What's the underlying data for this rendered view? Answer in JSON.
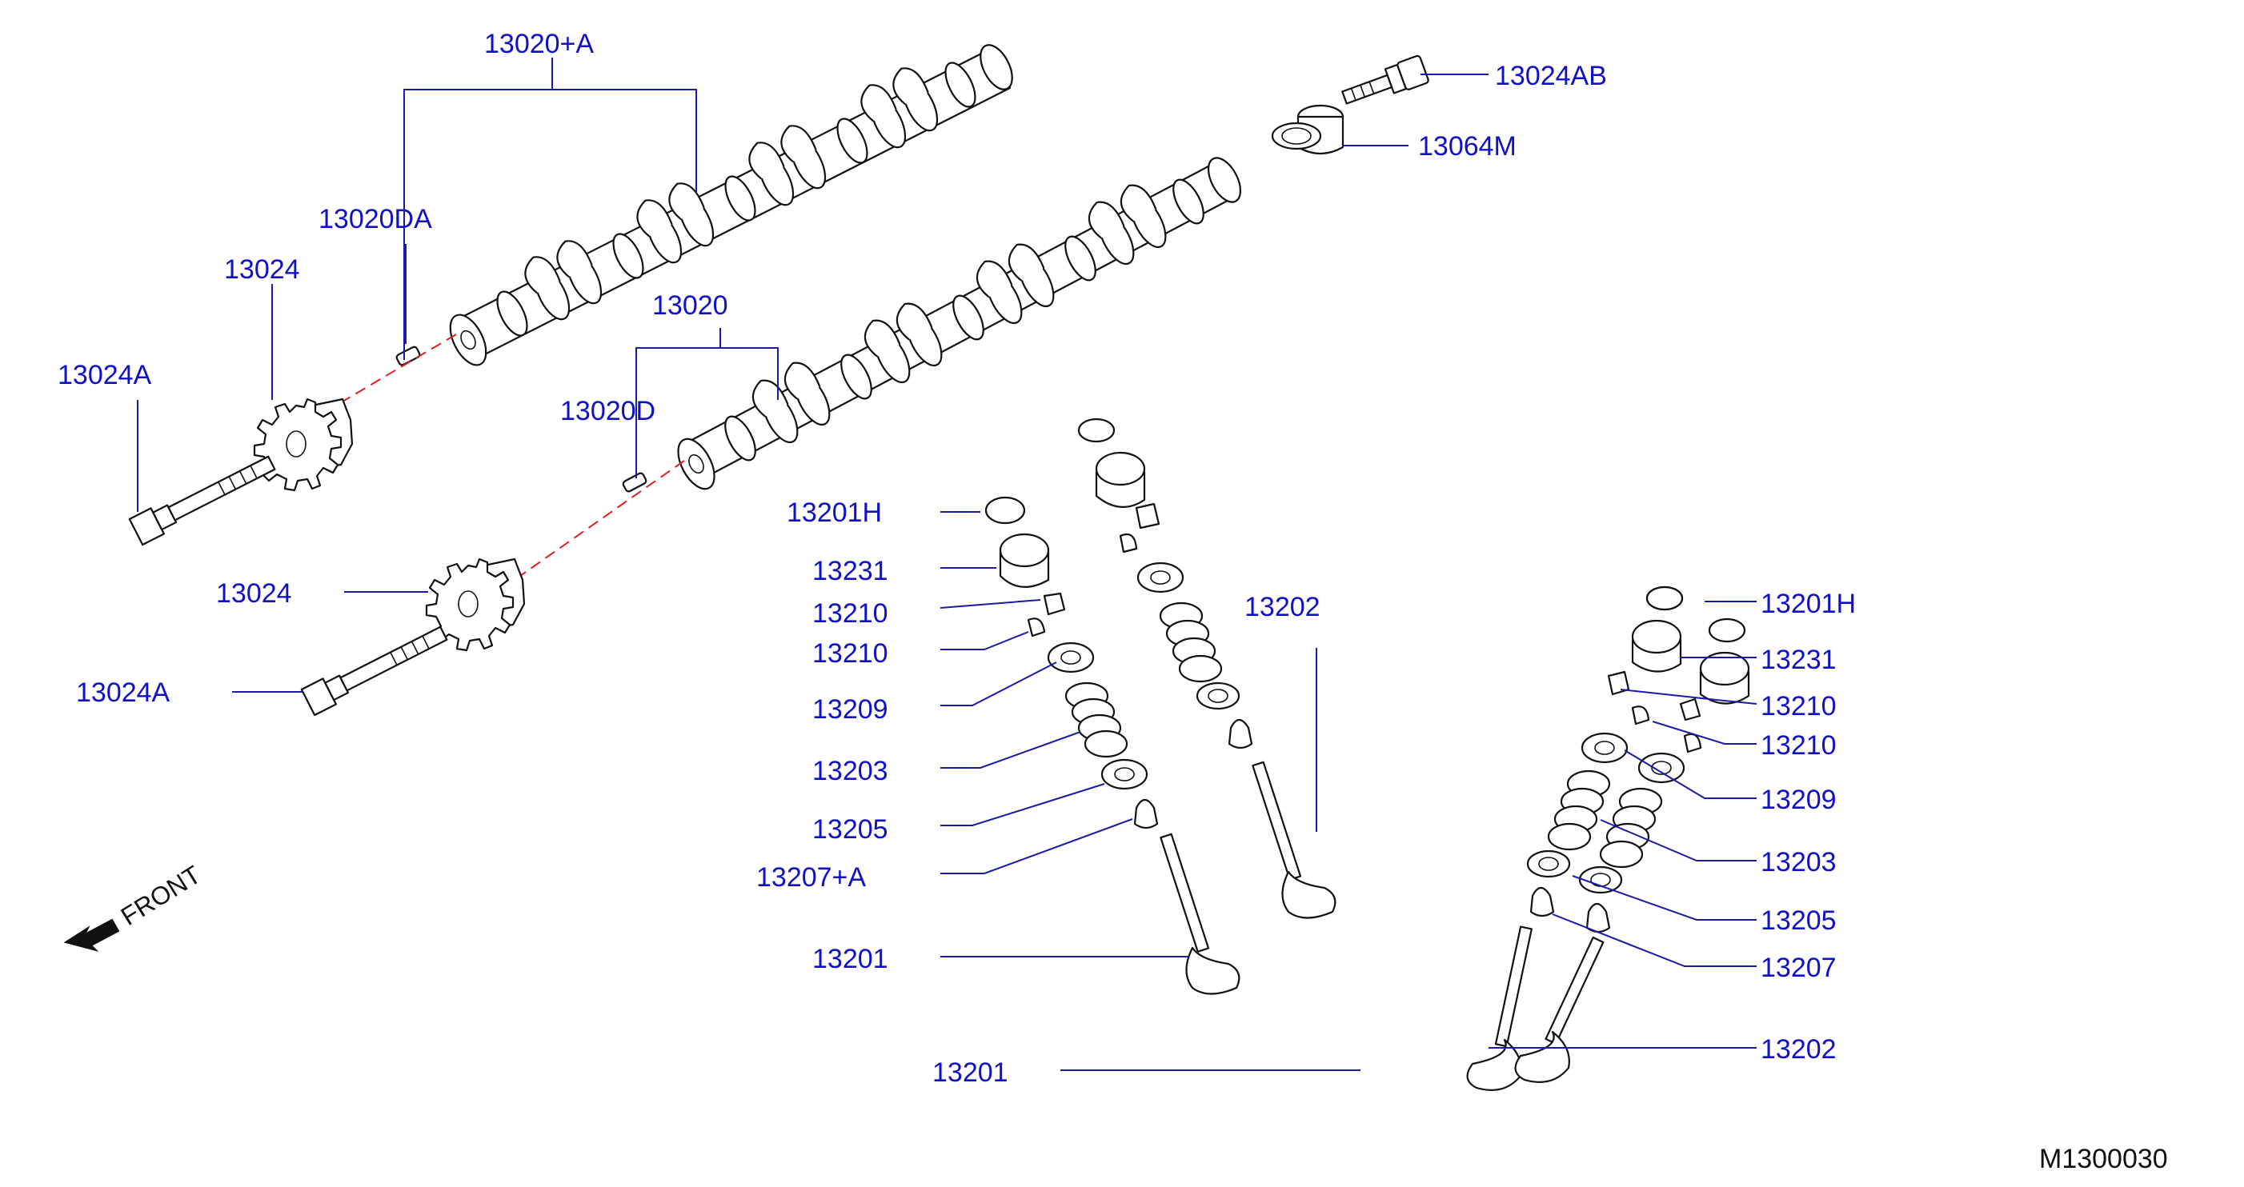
{
  "diagram": {
    "reference_code": "M1300030",
    "front_label": "FRONT",
    "callouts": {
      "camshaft_upper": "13020+A",
      "dowel_upper": "13020DA",
      "sprocket_upper": "13024",
      "bolt_upper": "13024A",
      "camshaft_lower": "13020",
      "dowel_lower": "13020D",
      "sprocket_lower": "13024",
      "bolt_lower": "13024A",
      "cam_bolt": "13024AB",
      "cam_plug": "13064M",
      "shim_left": "13201H",
      "lifter_left": "13231",
      "collet_left_a": "13210",
      "collet_left_b": "13210",
      "retainer_left": "13209",
      "spring_left": "13203",
      "seat_left": "13205",
      "seal_left": "13207+A",
      "valve_left": "13201",
      "valve_center": "13202",
      "valve_bottom": "13201",
      "shim_right": "13201H",
      "lifter_right": "13231",
      "collet_right_a": "13210",
      "collet_right_b": "13210",
      "retainer_right": "13209",
      "spring_right": "13203",
      "seat_right": "13205",
      "seal_right": "13207",
      "valve_right": "13202"
    }
  }
}
